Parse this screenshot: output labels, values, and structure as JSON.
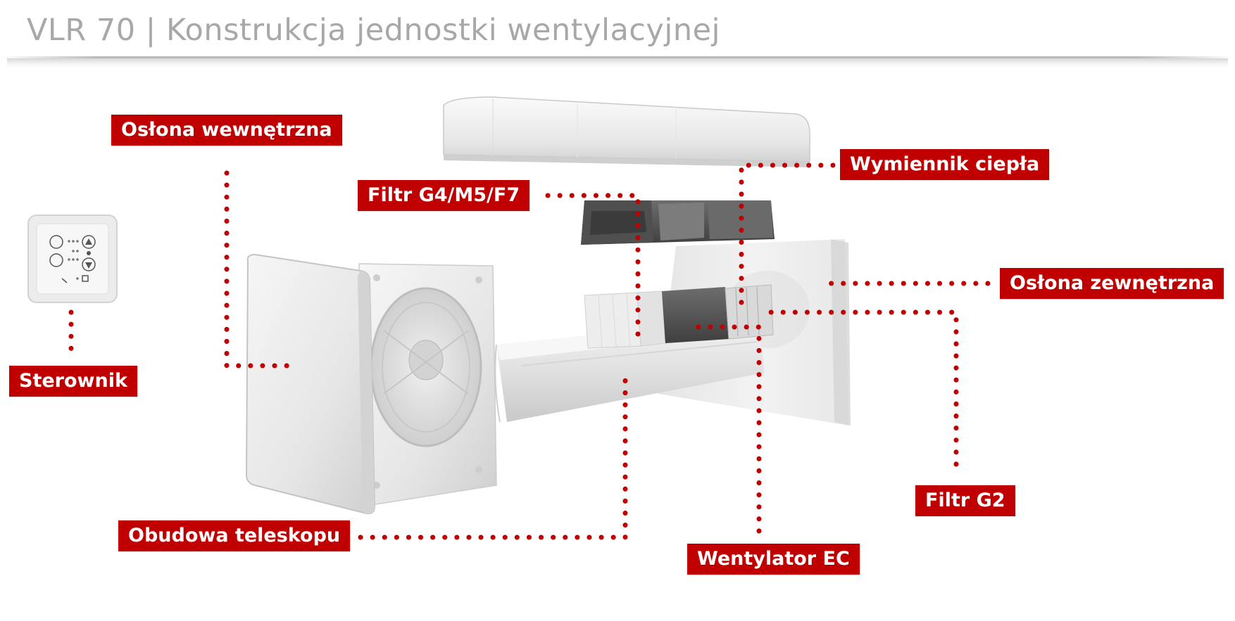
{
  "header": {
    "title": "VLR 70 | Konstrukcja jednostki wentylacyjnej"
  },
  "colors": {
    "accent": "#c00000",
    "title": "#a8a8a8",
    "leader_dots": "#c00000"
  },
  "controller": {
    "icons": [
      "ventilation-mode-icon",
      "arrow-up-icon",
      "recirculation-icon",
      "fan-icon",
      "arrow-down-icon",
      "tool-icon",
      "boost-icon"
    ]
  },
  "labels": {
    "oslona_wewnetrzna": "Osłona wewnętrzna",
    "wymiennik_ciepla": "Wymiennik ciepła",
    "filtr_g4": "Filtr G4/M5/F7",
    "oslona_zewnetrzna": "Osłona zewnętrzna",
    "sterownik": "Sterownik",
    "obudowa_teleskopu": "Obudowa teleskopu",
    "wentylator_ec": "Wentylator EC",
    "filtr_g2": "Filtr G2"
  }
}
